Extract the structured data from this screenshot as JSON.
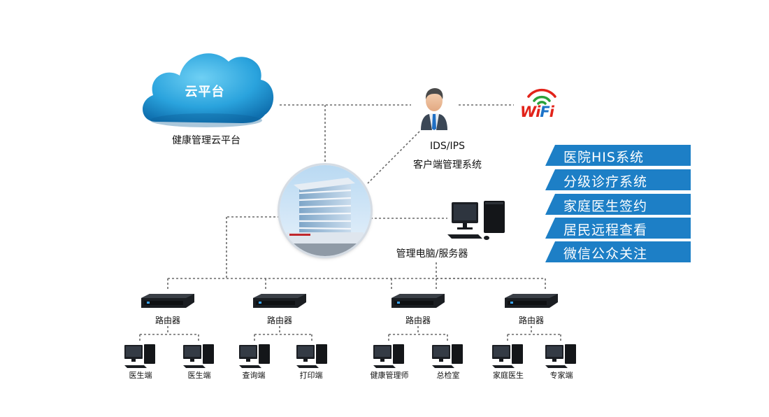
{
  "cloud": {
    "label": "云平台",
    "caption": "健康管理云平台"
  },
  "client": {
    "line1": "IDS/IPS",
    "line2": "客户端管理系统"
  },
  "wifi": {
    "text": "WiFi",
    "icon": "wifi-icon",
    "colors": {
      "red": "#e2231a",
      "green": "#2aa13a",
      "blue": "#1c73c9"
    }
  },
  "server": {
    "caption": "管理电脑/服务器"
  },
  "routers": [
    {
      "label": "路由器",
      "terminals": [
        "医生端",
        "医生端"
      ]
    },
    {
      "label": "路由器",
      "terminals": [
        "查询端",
        "打印端"
      ]
    },
    {
      "label": "路由器",
      "terminals": [
        "健康管理师",
        "总检室"
      ]
    },
    {
      "label": "路由器",
      "terminals": [
        "家庭医生",
        "专家端"
      ]
    }
  ],
  "systems": [
    "医院HIS系统",
    "分级诊疗系统",
    "家庭医生签约",
    "居民远程查看",
    "微信公众关注"
  ],
  "colors": {
    "cloud": "#29a3dc",
    "system_banner": "#1d7fc6",
    "line": "#666666"
  }
}
